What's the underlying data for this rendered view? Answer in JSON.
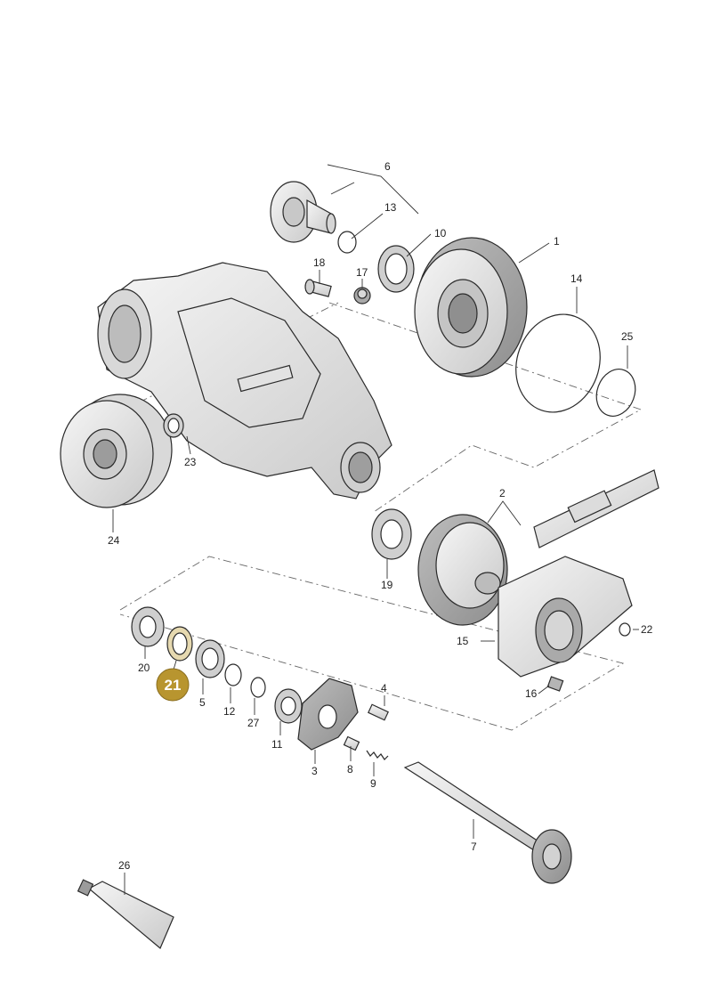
{
  "highlight": {
    "label": "21",
    "color": "#b8952f",
    "text_color": "#ffffff"
  },
  "callouts": {
    "c1": "1",
    "c2": "2",
    "c3": "3",
    "c4": "4",
    "c5": "5",
    "c6": "6",
    "c7": "7",
    "c8": "8",
    "c9": "9",
    "c10": "10",
    "c11": "11",
    "c12": "12",
    "c13": "13",
    "c14": "14",
    "c15": "15",
    "c16": "16",
    "c17": "17",
    "c18": "18",
    "c19": "19",
    "c20": "20",
    "c22": "22",
    "c23": "23",
    "c24": "24",
    "c25": "25",
    "c26": "26",
    "c27": "27"
  },
  "colors": {
    "part_fill": "#eeeeee",
    "part_shade": "#cfcfcf",
    "line": "#2a2a2a"
  }
}
